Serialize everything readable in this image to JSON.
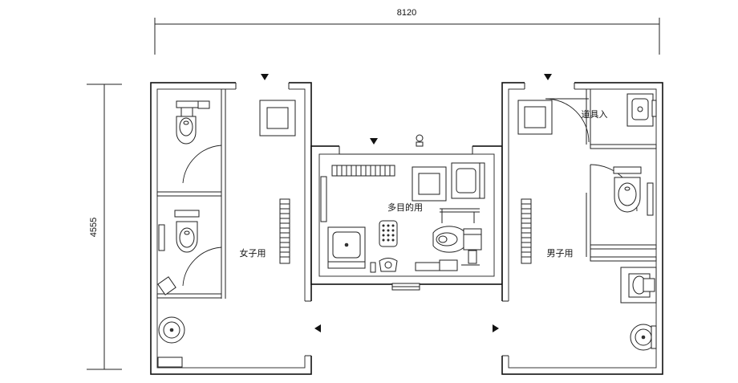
{
  "dimensions": {
    "width_label": "8120",
    "height_label": "4555"
  },
  "rooms": {
    "womens": "女子用",
    "multipurpose": "多目的用",
    "mens": "男子用",
    "storage": "道具入"
  }
}
